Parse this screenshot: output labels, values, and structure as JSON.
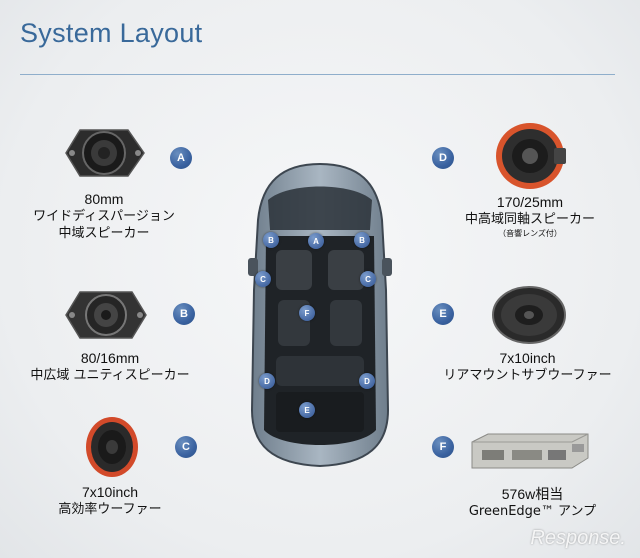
{
  "title": "System Layout",
  "items": {
    "A": {
      "badge": "A",
      "line1": "80mm",
      "line2": "ワイドディスパージョン",
      "line3": "中域スピーカー"
    },
    "B": {
      "badge": "B",
      "line1": "80/16mm",
      "line2": "中広域 ユニティスピーカー"
    },
    "C": {
      "badge": "C",
      "line1": "7x10inch",
      "line2": "高効率ウーファー"
    },
    "D": {
      "badge": "D",
      "line1": "170/25mm",
      "line2": "中高域同軸スピーカー",
      "note": "（音響レンズ付）"
    },
    "E": {
      "badge": "E",
      "line1": "7x10inch",
      "line2": "リアマウントサブウーファー"
    },
    "F": {
      "badge": "F",
      "line1": "576w相当",
      "line2": "GreenEdge™ アンプ"
    }
  },
  "car_markers": {
    "a": "A",
    "b_left": "B",
    "b_right": "B",
    "c_left": "C",
    "c_right": "C",
    "f": "F",
    "d_left": "D",
    "d_right": "D",
    "e": "E"
  },
  "watermark": "Response."
}
